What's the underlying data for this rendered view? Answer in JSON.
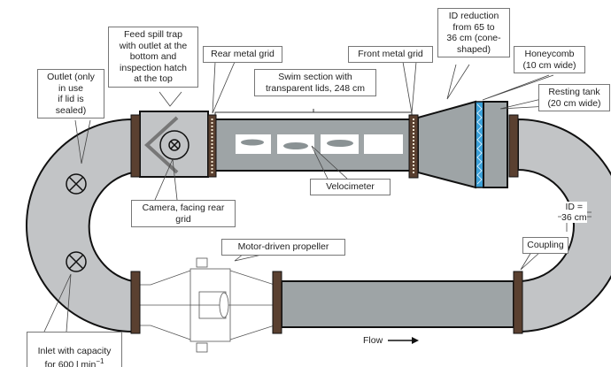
{
  "labels": {
    "outlet": "Outlet (only\nin use\nif lid is\nsealed)",
    "feed_spill_trap": "Feed spill trap\nwith outlet at the\nbottom and\ninspection hatch\nat the top",
    "rear_grid": "Rear metal grid",
    "swim_section": "Swim section with\ntransparent lids, 248 cm",
    "front_grid": "Front metal grid",
    "id_reduction": "ID reduction\nfrom 65 to\n36 cm (cone-\nshaped)",
    "honeycomb": "Honeycomb\n(10 cm wide)",
    "resting_tank": "Resting tank\n(20 cm wide)",
    "velocimeter": "Velocimeter",
    "camera": "Camera, facing rear\ngrid",
    "id_36": "ID =\n36 cm",
    "propeller": "Motor-driven propeller",
    "coupling": "Coupling",
    "inlet": "Inlet with capacity\nfor 600 l min",
    "inlet_sup": "−1",
    "flow": "Flow"
  },
  "colors": {
    "pipe": "#c2c4c6",
    "swim_section": "#9ea4a6",
    "flange": "#5a4030",
    "honeycomb": "#3aa0d8"
  }
}
